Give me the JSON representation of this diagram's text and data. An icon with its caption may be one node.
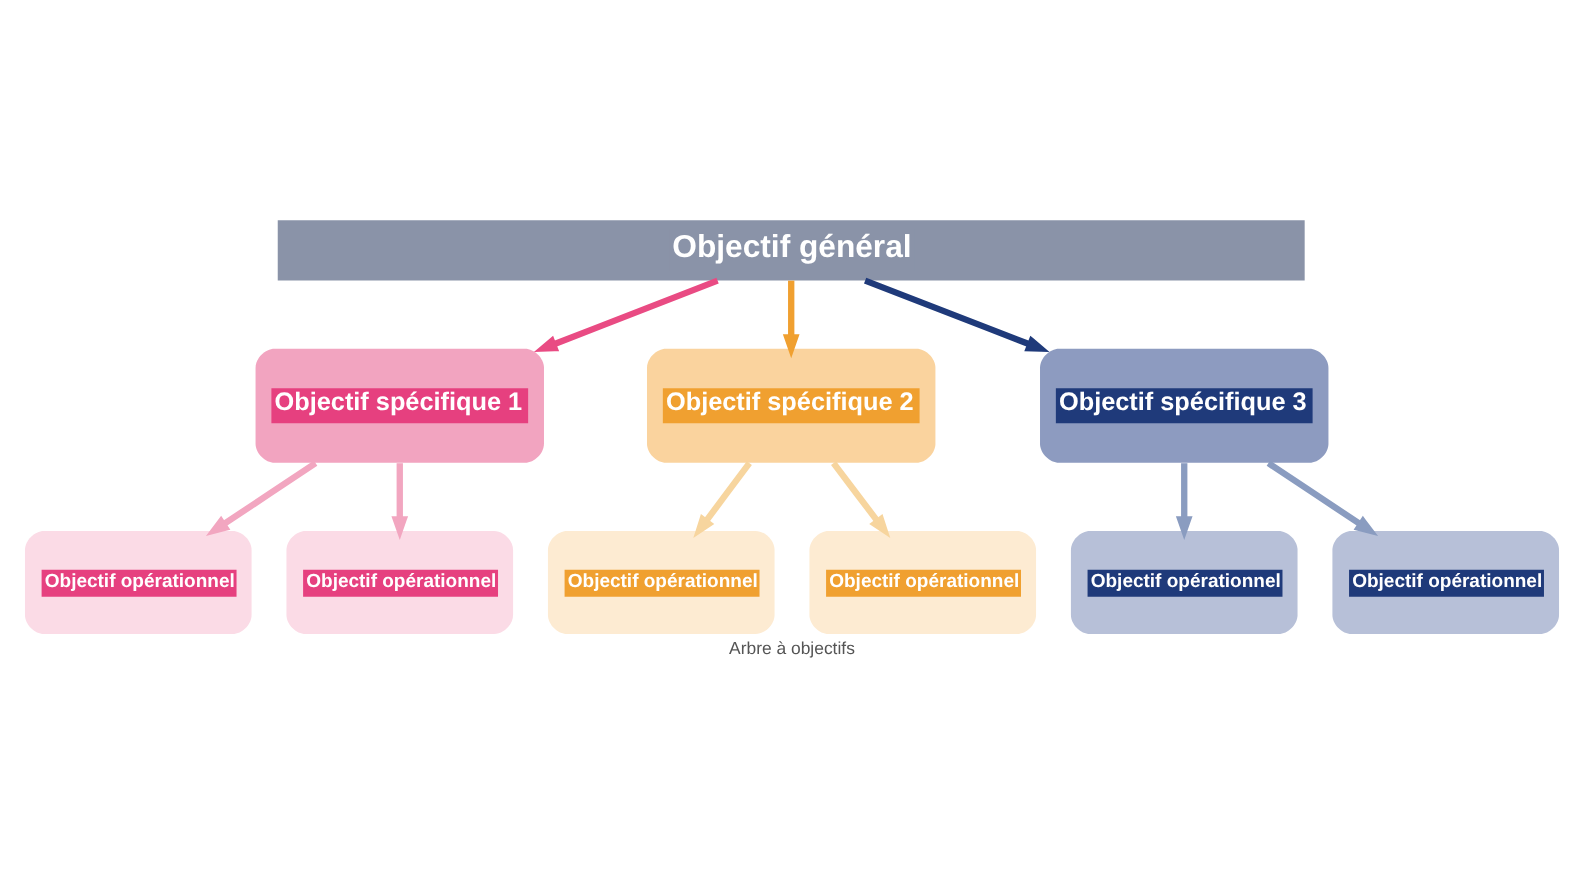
{
  "diagram": {
    "caption": "Arbre à objectifs",
    "nodes": [
      {
        "text": [
          "Objectif général"
        ]
      },
      {
        "text": [
          "Objectif spécifique 1"
        ]
      },
      {
        "text": [
          "Objectif spécifique 2"
        ]
      },
      {
        "text": [
          "Objectif spécifique 3"
        ]
      },
      {
        "text": [
          "Objectif opérationnel"
        ]
      },
      {
        "text": [
          "Objectif opérationnel"
        ]
      },
      {
        "text": [
          "Objectif opérationnel"
        ]
      },
      {
        "text": [
          "Objectif opérationnel"
        ]
      },
      {
        "text": [
          "Objectif opérationnel"
        ]
      },
      {
        "text": [
          "Objectif opérationnel"
        ]
      }
    ],
    "edges": [
      {
        "from": 0,
        "to": 1,
        "arrow": "to",
        "color": "#e94b83"
      },
      {
        "from": 0,
        "to": 2,
        "arrow": "to",
        "color": "#f0a030"
      },
      {
        "from": 0,
        "to": 3,
        "arrow": "to",
        "color": "#1f3a7a"
      },
      {
        "from": 1,
        "to": 4,
        "arrow": "to",
        "color": "#f2a6c0"
      },
      {
        "from": 1,
        "to": 5,
        "arrow": "to",
        "color": "#f2a6c0"
      },
      {
        "from": 2,
        "to": 6,
        "arrow": "to",
        "color": "#f7d59e"
      },
      {
        "from": 2,
        "to": 7,
        "arrow": "to",
        "color": "#f7d59e"
      },
      {
        "from": 3,
        "to": 8,
        "arrow": "to",
        "color": "#8a9cc0"
      },
      {
        "from": 3,
        "to": 9,
        "arrow": "to",
        "color": "#8a9cc0"
      }
    ]
  }
}
